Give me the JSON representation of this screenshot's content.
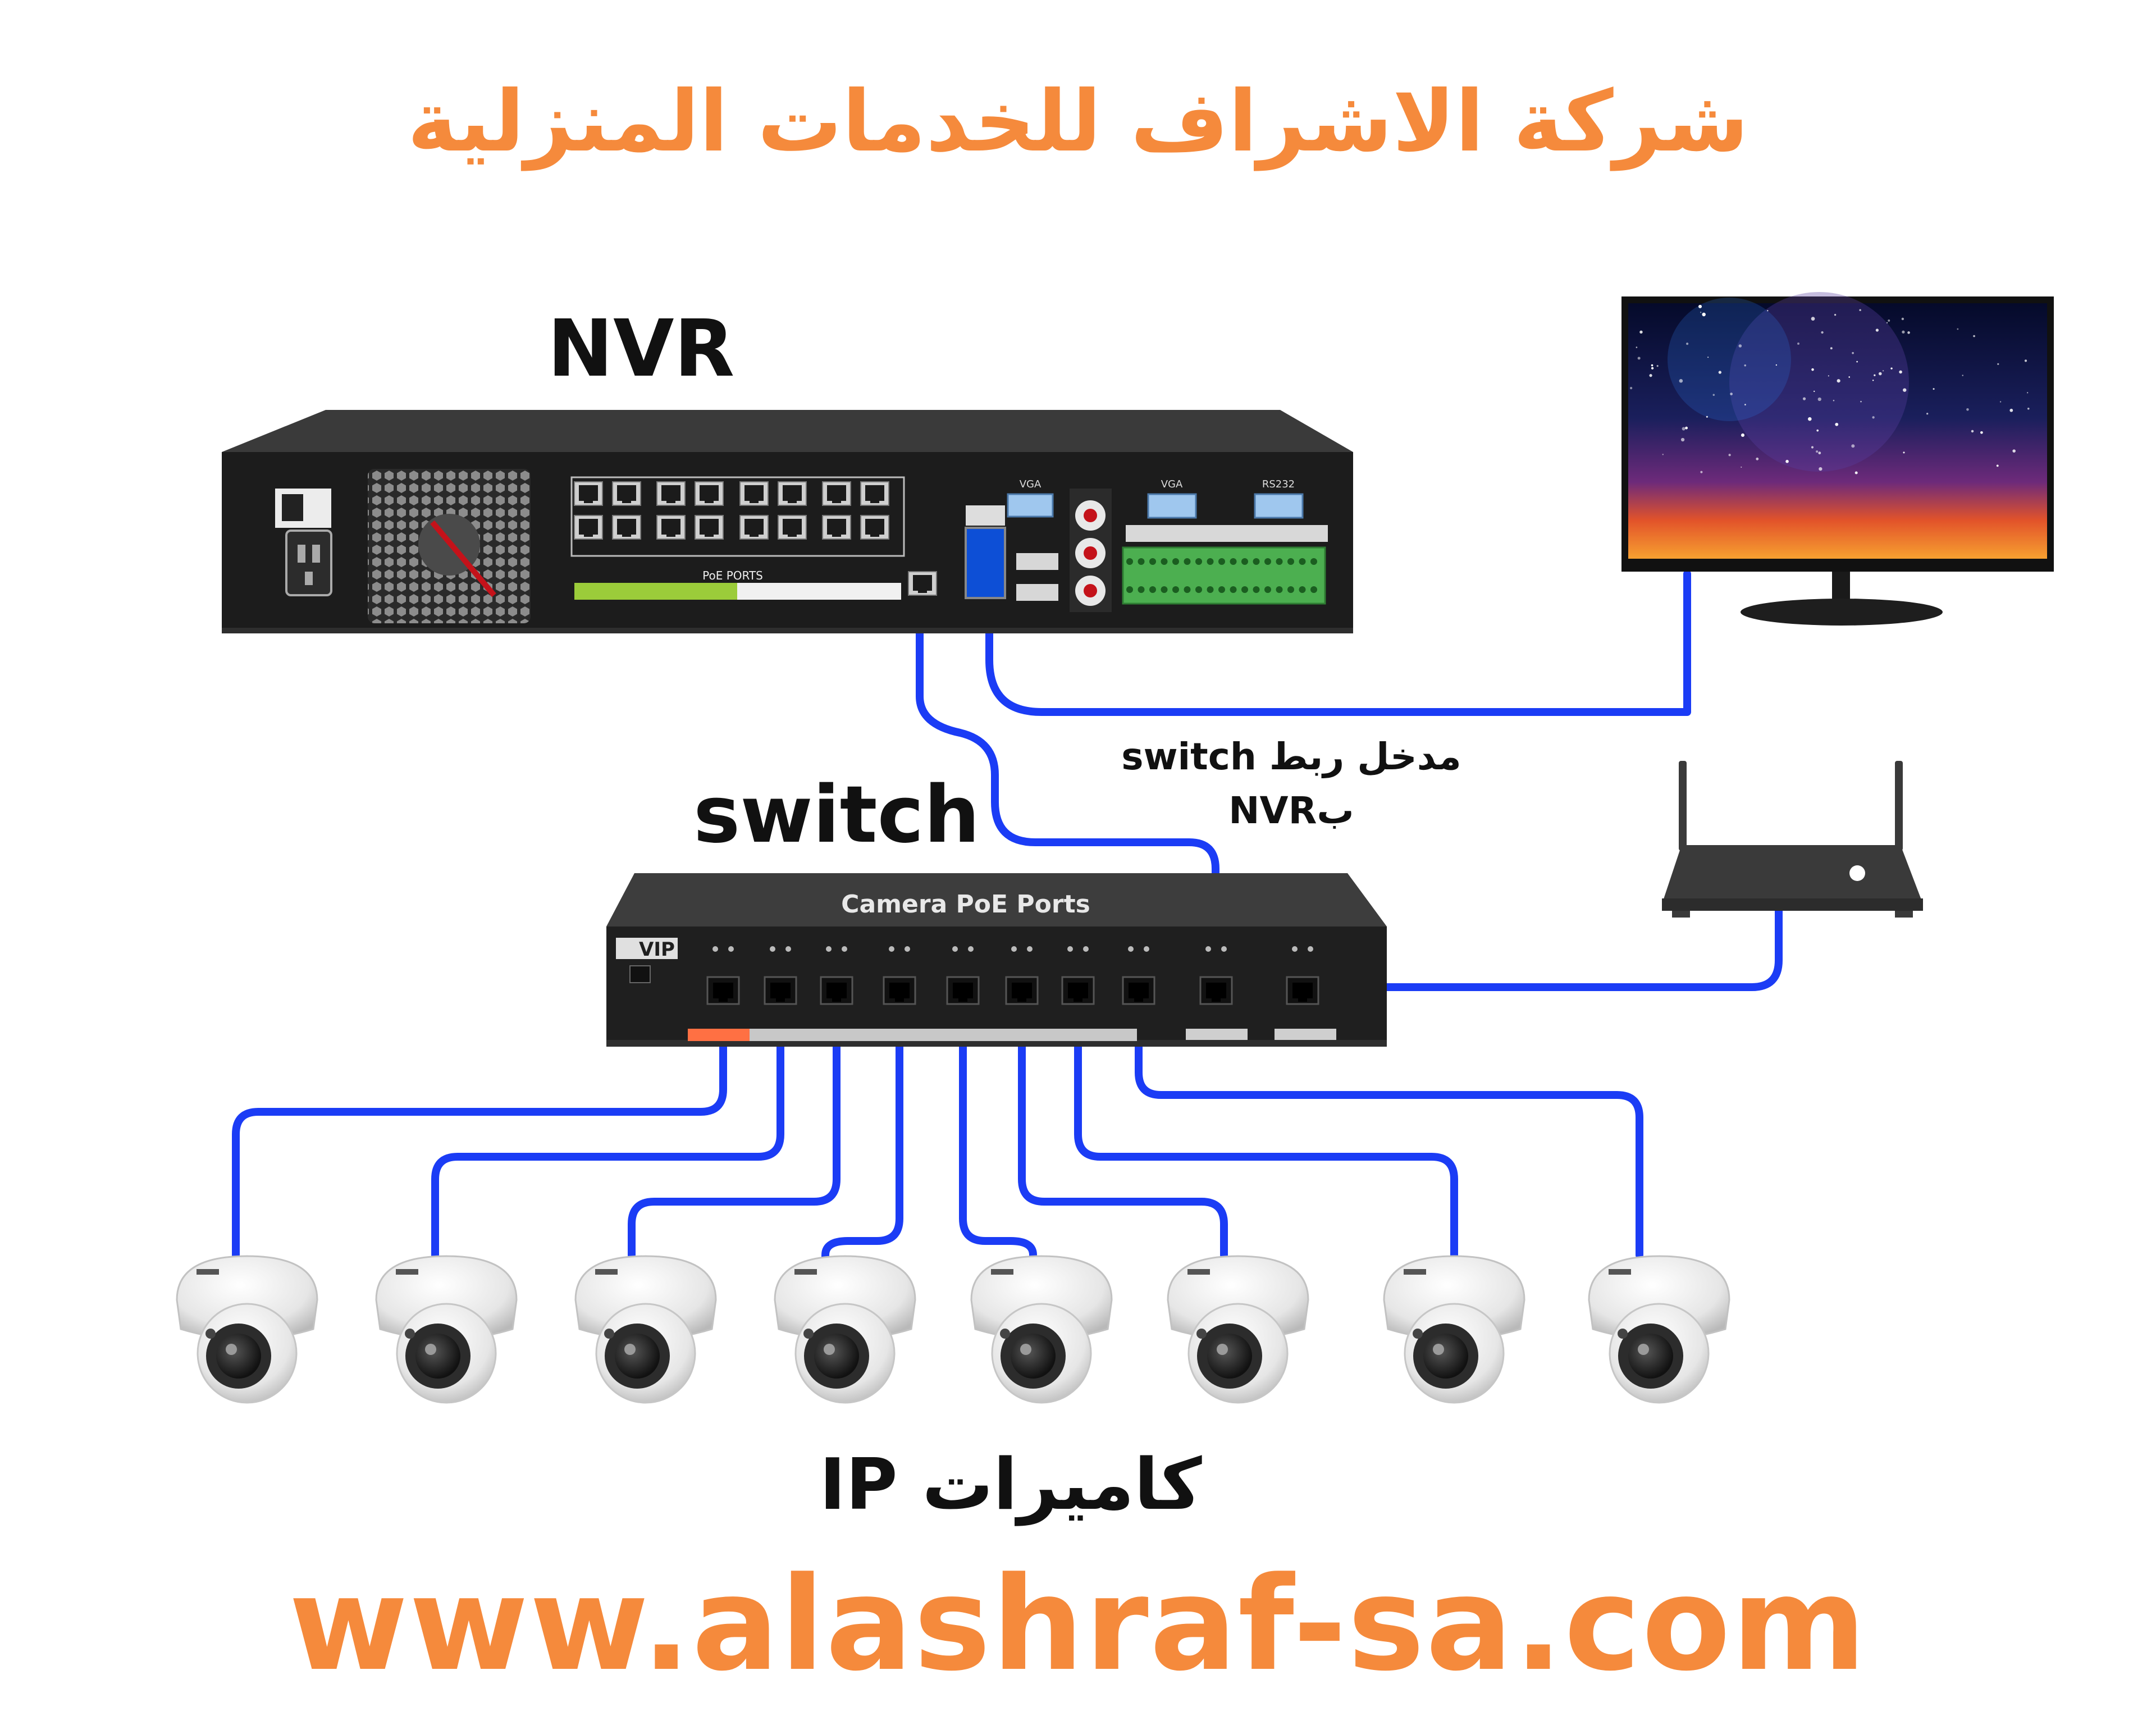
{
  "header": {
    "company_name": "شركة الاشراف للخدمات المنزلية"
  },
  "labels": {
    "nvr": "NVR",
    "switch": "switch",
    "link_line1": "مدخل ربط switch",
    "link_line2": "بNVR",
    "cameras": "كاميرات IP"
  },
  "switch_device": {
    "title": "Camera PoE Ports",
    "brand": "VIP"
  },
  "nvr_device": {
    "poe_label": "PoE PORTS",
    "vga": "VGA",
    "rs232": "RS232"
  },
  "footer": {
    "website": "www.alashraf-sa.com"
  },
  "colors": {
    "accent": "#f58a3c",
    "cable": "#1b3cf5",
    "device": "#1c1c1c"
  },
  "camera_count": 8
}
